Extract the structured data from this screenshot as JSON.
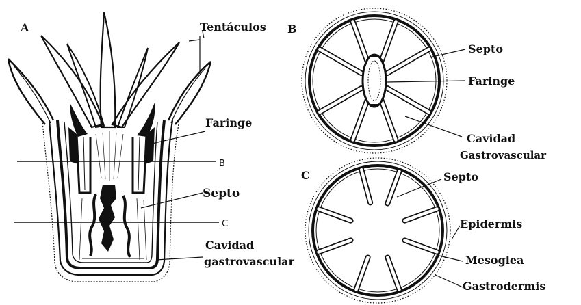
{
  "panels": {
    "a": "A",
    "b": "B",
    "c": "C"
  },
  "panel_a": {
    "tentaculos": "Tentáculos",
    "faringe": "Faringe",
    "septo": "Septo",
    "cavidad_line1": "Cavidad",
    "cavidad_line2": "gastrovascular",
    "cut_b": "B",
    "cut_c": "C"
  },
  "panel_b": {
    "septo": "Septo",
    "faringe": "Faringe",
    "cavidad_line1": "Cavidad",
    "cavidad_line2": "Gastrovascular"
  },
  "panel_c": {
    "septo": "Septo",
    "epidermis": "Epidermis",
    "mesoglea": "Mesoglea",
    "gastrodermis": "Gastrodermis"
  },
  "colors": {
    "ink": "#111111",
    "background": "#ffffff"
  }
}
